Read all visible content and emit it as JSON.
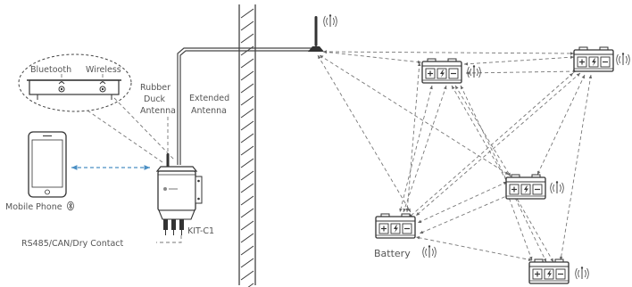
{
  "labels": {
    "bluetooth": "Bluetooth",
    "wireless": "Wireless",
    "rubber_duck_1": "Rubber",
    "rubber_duck_2": "Duck",
    "rubber_duck_3": "Antenna",
    "extended_1": "Extended",
    "extended_2": "Antenna",
    "mobile_phone": "Mobile Phone",
    "kit": "KIT-C1",
    "rs485": "RS485/CAN/Dry Contact",
    "battery": "Battery"
  },
  "colors": {
    "line": "#333333",
    "dash": "#777777",
    "blue_link": "#4a8fc4",
    "text": "#555555"
  },
  "icons": {
    "wireless_signal": "wifi-signal-icon",
    "bluetooth": "bluetooth-icon",
    "battery_plus": "plus-icon",
    "battery_bolt": "lightning-icon",
    "battery_minus": "minus-icon"
  }
}
